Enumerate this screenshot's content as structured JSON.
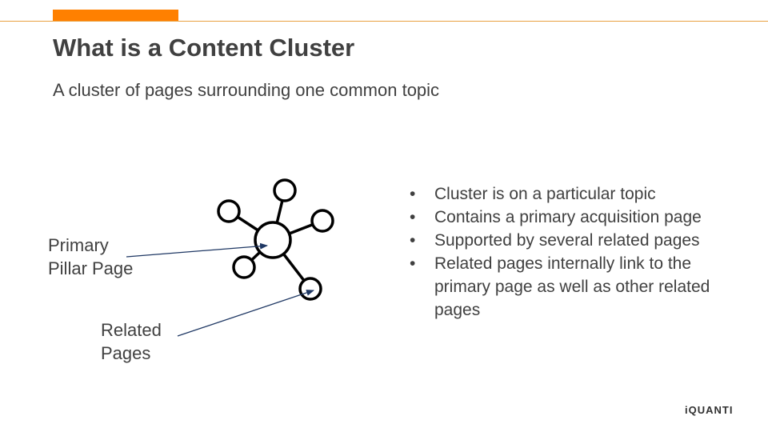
{
  "slide": {
    "title": "What is a Content Cluster",
    "subtitle": "A cluster of pages surrounding one common topic",
    "accent_color": "#FF8000"
  },
  "diagram": {
    "pillar_label": "Primary Pillar Page",
    "related_label": "Related Pages",
    "hub_nodes": 1,
    "satellite_nodes": 5
  },
  "bullets": [
    "Cluster is on a particular topic",
    "Contains a primary acquisition page",
    "Supported by several related pages",
    "Related pages internally link to the primary page as well as other related pages"
  ],
  "footer": {
    "logo_text": "iQUANTI"
  }
}
